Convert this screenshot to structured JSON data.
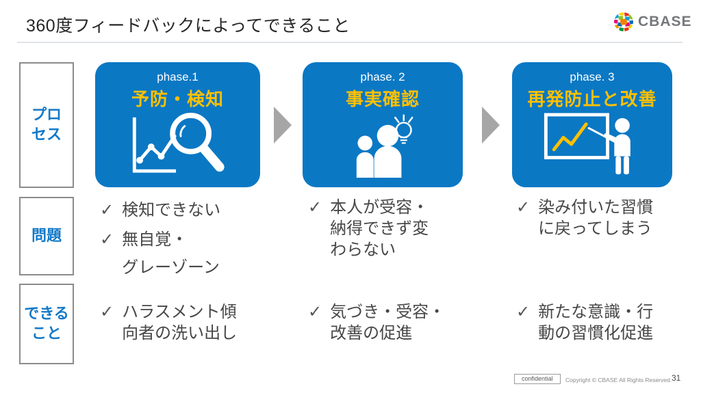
{
  "title": "360度フィードバックによってできること",
  "logo": {
    "text": "CBASE"
  },
  "check_glyph": "✓",
  "row_labels": {
    "process": "プロ\nセス",
    "problem": "問題",
    "dekiru": "できる\nこと"
  },
  "phases": [
    {
      "label": "phase.1",
      "heading": "予防・検知",
      "icon": "chart-magnifier-icon",
      "problems": [
        "検知できない",
        "無自覚・\nグレーゾーン"
      ],
      "capabilities": [
        "ハラスメント傾\n向者の洗い出し"
      ]
    },
    {
      "label": "phase. 2",
      "heading": "事実確認",
      "icon": "people-lightbulb-icon",
      "problems": [
        "本人が受容・\n納得できず変\nわらない"
      ],
      "capabilities": [
        "気づき・受容・\n改善の促進"
      ]
    },
    {
      "label": "phase. 3",
      "heading": "再発防止と改善",
      "icon": "whiteboard-presenter-icon",
      "problems": [
        "染み付いた習慣\nに戻ってしまう"
      ],
      "capabilities": [
        "新たな意識・行\n動の習慣化促進"
      ]
    }
  ],
  "footer": {
    "confidential": "confidential",
    "copyright": "Copyright © CBASE All Rights Reserved.",
    "page": "31"
  },
  "colors": {
    "phase_box_blue": "#0b78c4",
    "heading_yellow": "#ffc000",
    "label_blue": "#1379c8",
    "arrow_gray": "#a6a6a6",
    "text_gray": "#474747"
  }
}
